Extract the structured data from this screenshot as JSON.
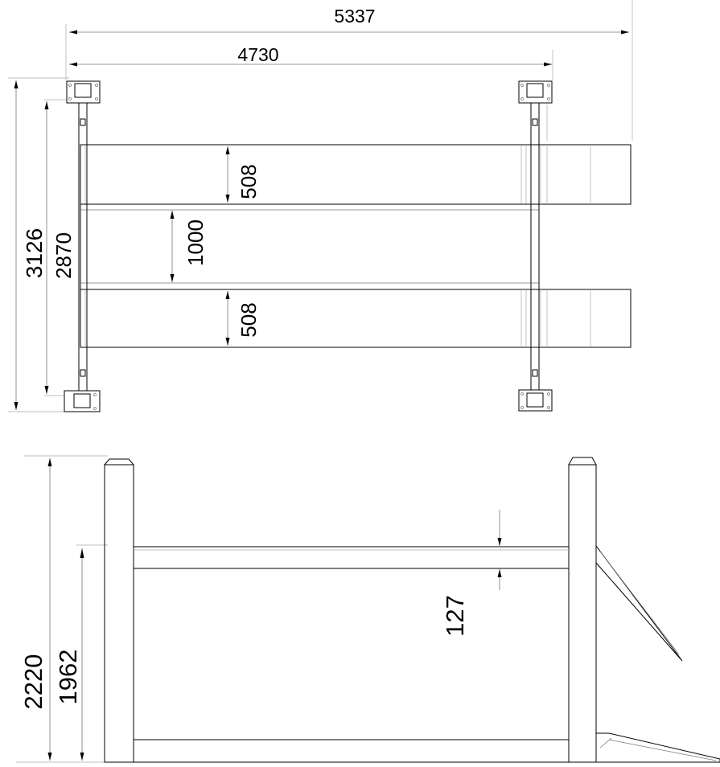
{
  "dimensions": {
    "overall_length": "5337",
    "column_spacing": "4730",
    "overall_width": "3126",
    "column_width_spacing": "2870",
    "runway_width_top": "508",
    "gap_between_runways": "1000",
    "runway_width_bottom": "508",
    "runway_thickness": "127",
    "overall_height": "2220",
    "max_lift_height": "1962"
  }
}
